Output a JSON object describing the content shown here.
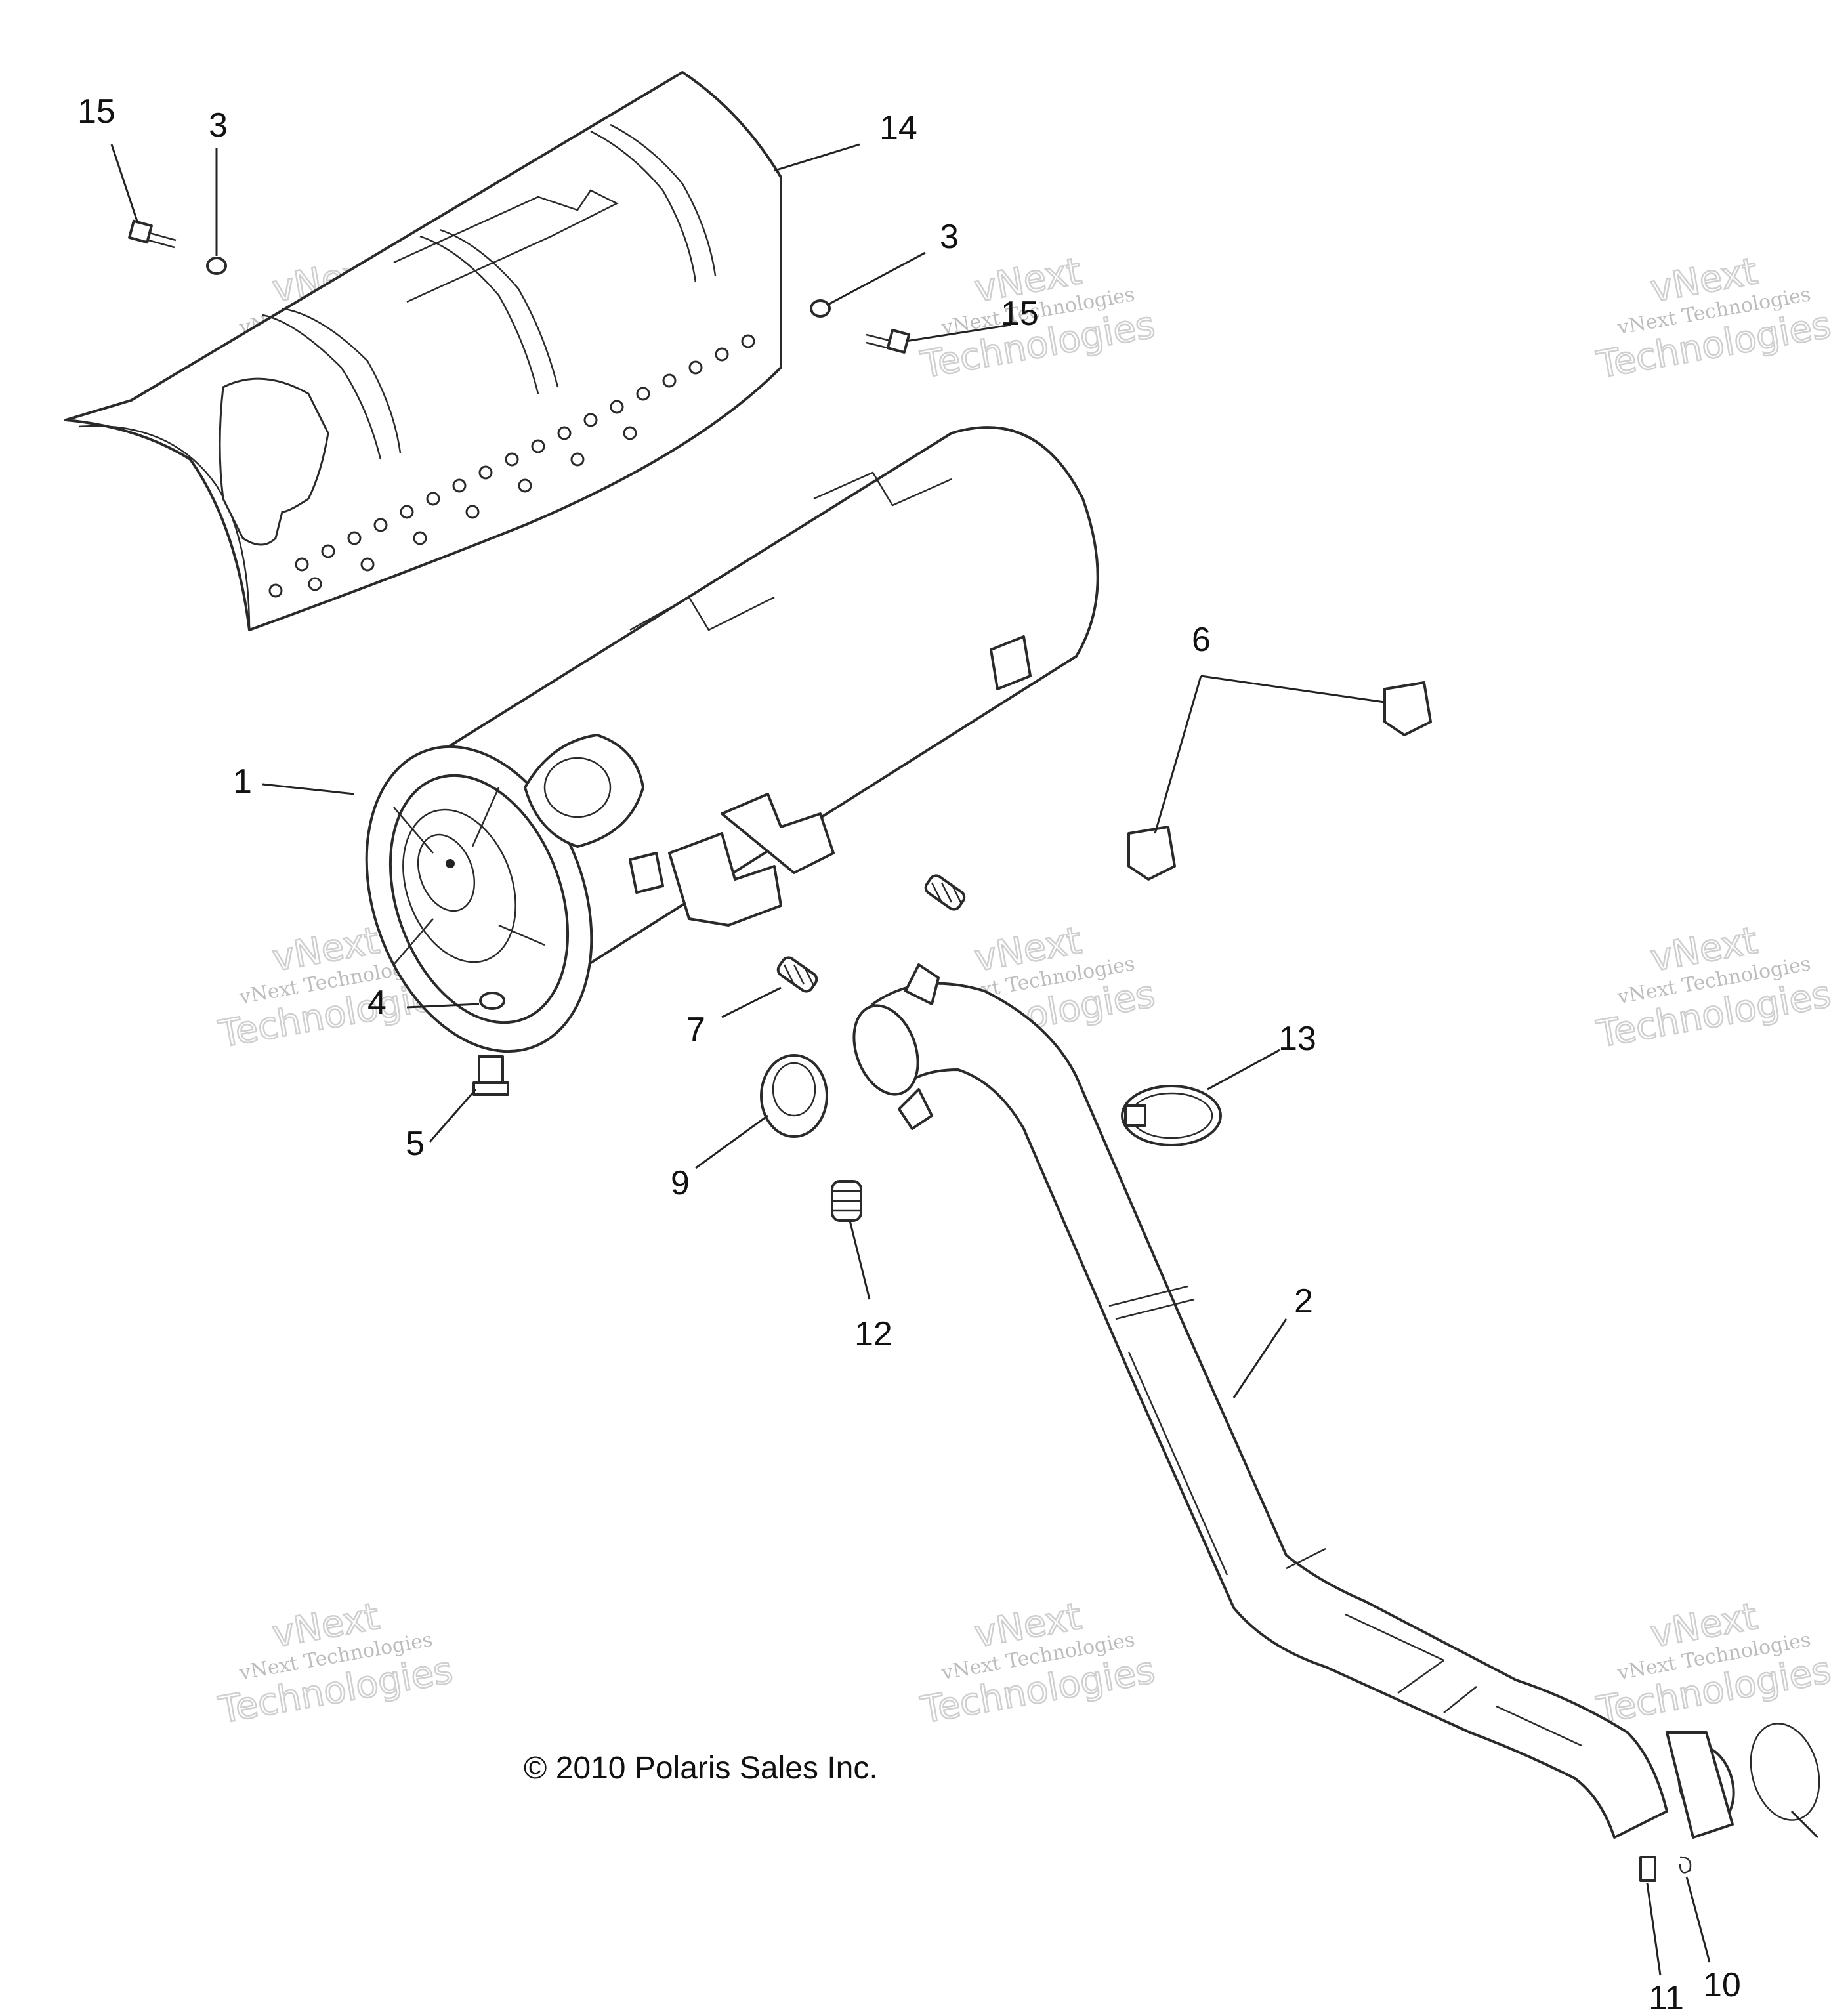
{
  "callouts": [
    {
      "id": "c15a",
      "label": "15"
    },
    {
      "id": "c3a",
      "label": "3"
    },
    {
      "id": "c14",
      "label": "14"
    },
    {
      "id": "c3b",
      "label": "3"
    },
    {
      "id": "c15b",
      "label": "15"
    },
    {
      "id": "c1",
      "label": "1"
    },
    {
      "id": "c6",
      "label": "6"
    },
    {
      "id": "c4",
      "label": "4"
    },
    {
      "id": "c7",
      "label": "7"
    },
    {
      "id": "c5",
      "label": "5"
    },
    {
      "id": "c13",
      "label": "13"
    },
    {
      "id": "c9",
      "label": "9"
    },
    {
      "id": "c12",
      "label": "12"
    },
    {
      "id": "c2",
      "label": "2"
    },
    {
      "id": "c11",
      "label": "11"
    },
    {
      "id": "c10",
      "label": "10"
    }
  ],
  "watermark": {
    "line1": "vNext",
    "line2": "vNext Technologies",
    "line3": "Technologies"
  },
  "copyright": "© 2010 Polaris Sales Inc."
}
